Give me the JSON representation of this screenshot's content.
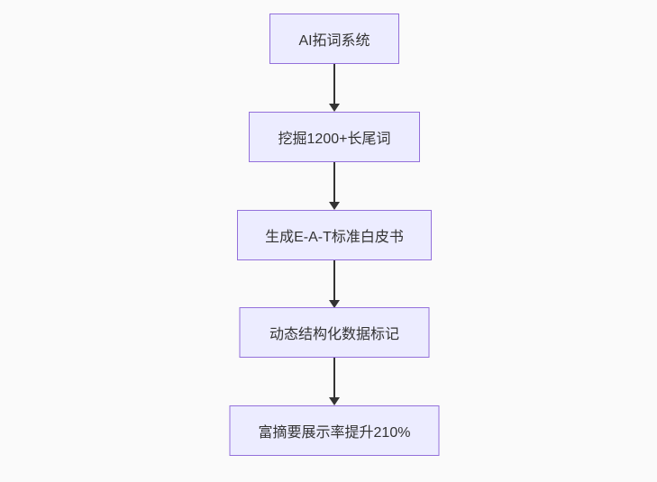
{
  "diagram": {
    "type": "flowchart",
    "direction": "top-down",
    "nodes": [
      {
        "id": "A",
        "label": "AI拓词系统"
      },
      {
        "id": "B",
        "label": "挖掘1200+长尾词"
      },
      {
        "id": "C",
        "label": "生成E-A-T标准白皮书"
      },
      {
        "id": "D",
        "label": "动态结构化数据标记"
      },
      {
        "id": "E",
        "label": "富摘要展示率提升210%"
      }
    ],
    "edges": [
      {
        "from": "A",
        "to": "B"
      },
      {
        "from": "B",
        "to": "C"
      },
      {
        "from": "C",
        "to": "D"
      },
      {
        "from": "D",
        "to": "E"
      }
    ],
    "colors": {
      "background": "#fafafa",
      "node_fill": "#ECECFF",
      "node_border": "#9370DB",
      "node_text": "#333333",
      "arrow": "#333333"
    }
  }
}
